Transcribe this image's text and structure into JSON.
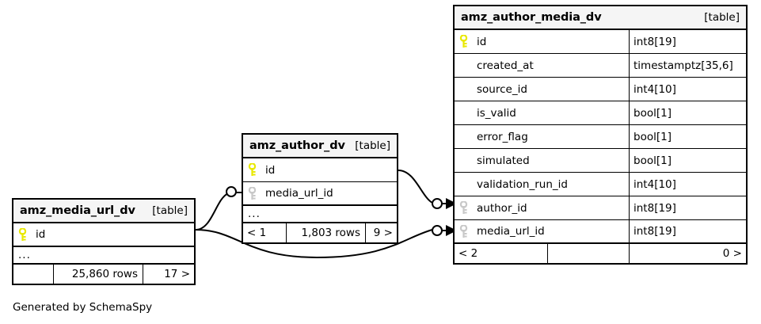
{
  "diagram": {
    "caption": "Generated by SchemaSpy",
    "table_tag": "[table]",
    "ellipsis": "...",
    "colors": {
      "primary_key": "#e8e800",
      "foreign_key": "#c8c8c8",
      "border": "#000000",
      "header_bg": "#f5f5f5",
      "background": "#ffffff"
    }
  },
  "tables": {
    "amz_media_url_dv": {
      "name": "amz_media_url_dv",
      "tag": "[table]",
      "columns": [
        {
          "name": "id",
          "type": "",
          "key": "primary"
        }
      ],
      "has_ellipsis": true,
      "footer": {
        "left": "",
        "center": "25,860 rows",
        "right": "17 >"
      }
    },
    "amz_author_dv": {
      "name": "amz_author_dv",
      "tag": "[table]",
      "columns": [
        {
          "name": "id",
          "type": "",
          "key": "primary"
        },
        {
          "name": "media_url_id",
          "type": "",
          "key": "foreign"
        }
      ],
      "has_ellipsis": true,
      "footer": {
        "left": "< 1",
        "center": "1,803 rows",
        "right": "9 >"
      }
    },
    "amz_author_media_dv": {
      "name": "amz_author_media_dv",
      "tag": "[table]",
      "columns": [
        {
          "name": "id",
          "type": "int8[19]",
          "key": "primary"
        },
        {
          "name": "created_at",
          "type": "timestamptz[35,6]",
          "key": "none"
        },
        {
          "name": "source_id",
          "type": "int4[10]",
          "key": "none"
        },
        {
          "name": "is_valid",
          "type": "bool[1]",
          "key": "none"
        },
        {
          "name": "error_flag",
          "type": "bool[1]",
          "key": "none"
        },
        {
          "name": "simulated",
          "type": "bool[1]",
          "key": "none"
        },
        {
          "name": "validation_run_id",
          "type": "int4[10]",
          "key": "none"
        },
        {
          "name": "author_id",
          "type": "int8[19]",
          "key": "foreign"
        },
        {
          "name": "media_url_id",
          "type": "int8[19]",
          "key": "foreign"
        }
      ],
      "has_ellipsis": false,
      "footer": {
        "left": "< 2",
        "center": "",
        "right": "0 >"
      }
    }
  },
  "relationships": [
    {
      "from": "amz_media_url_dv.id",
      "to": "amz_author_dv.media_url_id"
    },
    {
      "from": "amz_author_dv.id",
      "to": "amz_author_media_dv.author_id"
    },
    {
      "from": "amz_media_url_dv.id",
      "to": "amz_author_media_dv.media_url_id"
    }
  ]
}
